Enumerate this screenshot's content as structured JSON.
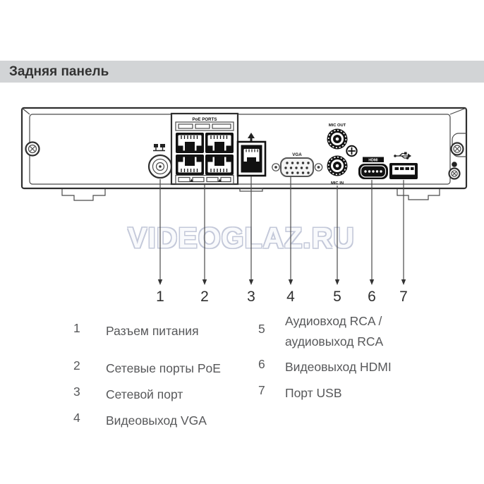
{
  "title": "Задняя панель",
  "watermark": "VIDEOGLAZ.RU",
  "panel_labels": {
    "poe": "PoE PORTS",
    "vga": "VGA",
    "mic_out": "MIC OUT",
    "mic_in": "MIC IN",
    "hdmi": "HDMI"
  },
  "callouts": [
    "1",
    "2",
    "3",
    "4",
    "5",
    "6",
    "7"
  ],
  "legend": [
    {
      "num": "1",
      "label": "Разъем питания"
    },
    {
      "num": "2",
      "label": "Сетевые порты PoE"
    },
    {
      "num": "3",
      "label": "Сетевой порт"
    },
    {
      "num": "4",
      "label": "Видеовыход VGA"
    },
    {
      "num": "5",
      "label": "Аудиовход RCA /\nаудиовыход RCA"
    },
    {
      "num": "6",
      "label": "Видеовыход HDMI"
    },
    {
      "num": "7",
      "label": "Порт USB"
    }
  ],
  "colors": {
    "header_bg": "#d2d4d6",
    "header_text": "#333333",
    "legend_text": "#57585a",
    "watermark": "#c3c8d9",
    "diagram_line": "#3a3a3a"
  }
}
